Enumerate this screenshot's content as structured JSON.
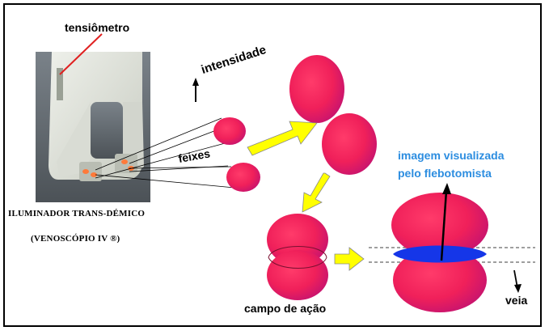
{
  "labels": {
    "tensiometro": "tensiômetro",
    "intensidade": "intensidade",
    "feixes": "feixes",
    "imagem_line1": "imagem visualizada",
    "imagem_line2": "pelo flebotomista",
    "campo": "campo de ação",
    "veia": "veia",
    "iluminador": "ILUMINADOR TRANS-DÉMICO",
    "venoscopio": "(VENOSCÓPIO IV ®)"
  },
  "colors": {
    "spot_red": "#ff2a55",
    "spot_magenta": "#c8146e",
    "arrow_yellow": "#ffff00",
    "overlap_blue": "#1536e8",
    "caption_blue": "#2c8de0",
    "pointer_red": "#e02020"
  }
}
